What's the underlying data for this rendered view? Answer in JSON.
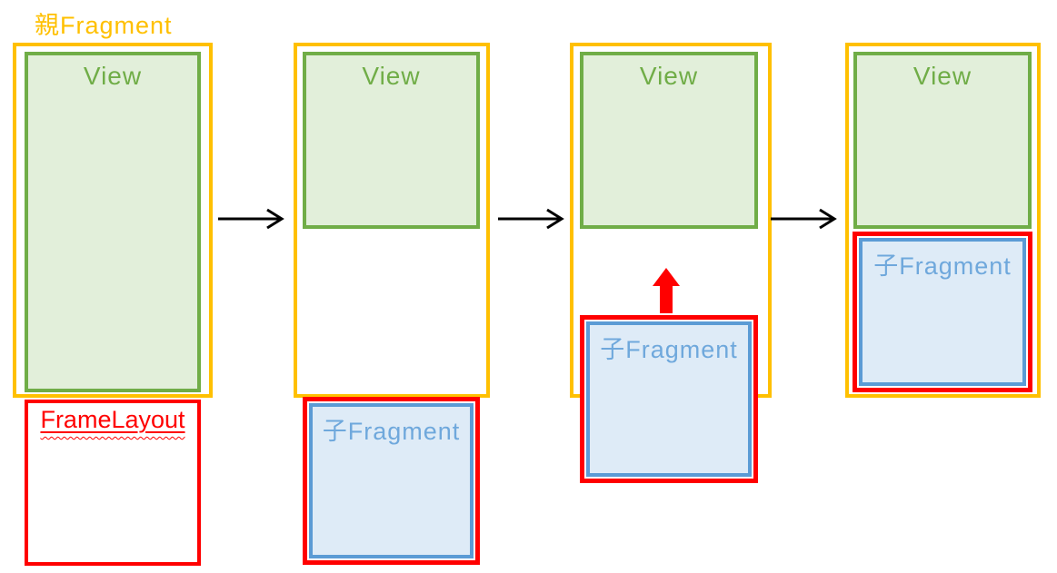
{
  "diagram": {
    "title": "親Fragment",
    "stages": [
      {
        "id": 1,
        "view_label": "View",
        "child_label": "FrameLayout"
      },
      {
        "id": 2,
        "view_label": "View",
        "child_label": "子Fragment"
      },
      {
        "id": 3,
        "view_label": "View",
        "child_label": "子Fragment"
      },
      {
        "id": 4,
        "view_label": "View",
        "child_label": "子Fragment"
      }
    ]
  },
  "icons": {
    "right_arrow": "→",
    "up_arrow": "↑"
  },
  "colors": {
    "gold": "#FFC000",
    "title_color": "#FFC000",
    "green_border": "#70AD47",
    "green_fill": "#E2EFDA",
    "red": "#FF0000",
    "framelayout_text": "#FF0000",
    "blue_border": "#5B9BD5",
    "blue_fill": "#DEEBF7",
    "blue_text": "#6FA8DC",
    "arrow_black": "#000000"
  }
}
